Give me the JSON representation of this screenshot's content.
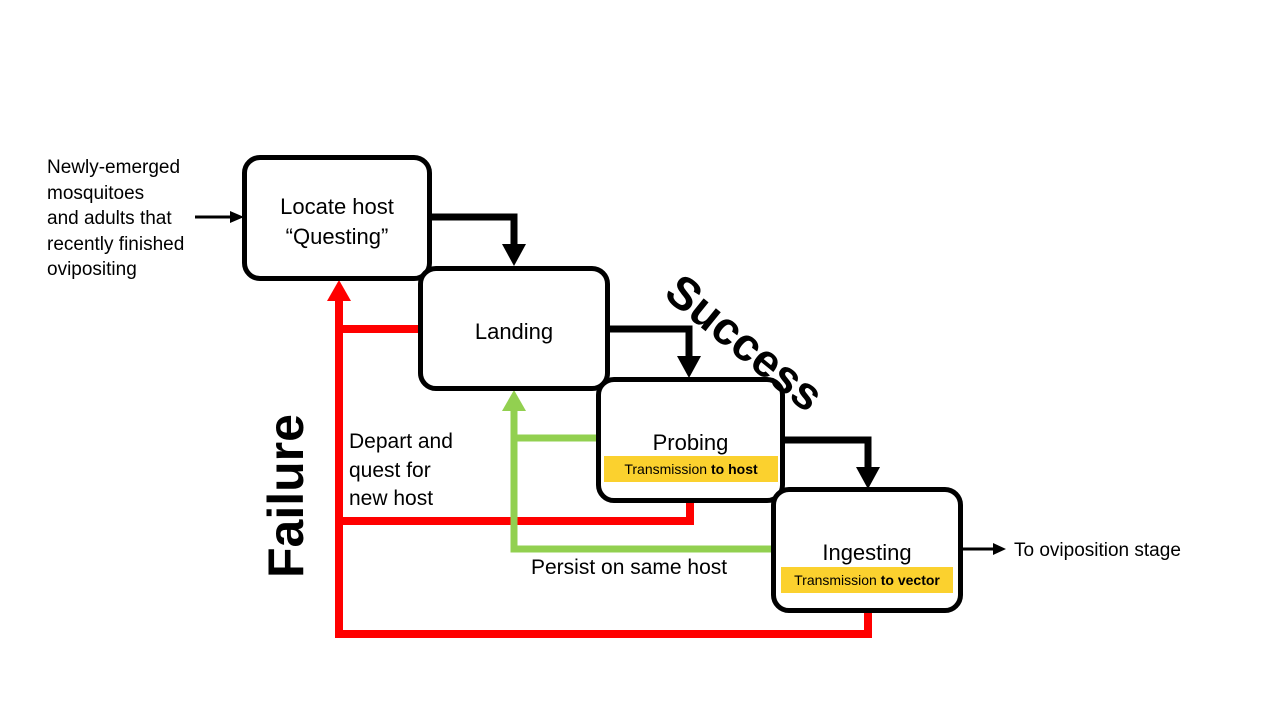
{
  "intro": {
    "lines": [
      "Newly-emerged",
      "mosquitoes",
      "and adults that",
      "recently finished",
      "ovipositing"
    ]
  },
  "nodes": {
    "locate": {
      "line1": "Locate host",
      "line2": "“Questing”"
    },
    "landing": {
      "label": "Landing"
    },
    "probing": {
      "label": "Probing",
      "badge_prefix": "Transmission ",
      "badge_bold": "to host"
    },
    "ingesting": {
      "label": "Ingesting",
      "badge_prefix": "Transmission ",
      "badge_bold": "to vector"
    }
  },
  "labels": {
    "success": "Success",
    "failure": "Failure",
    "depart": [
      "Depart and",
      "quest for",
      "new host"
    ],
    "persist": "Persist on same host",
    "oviposition": "To oviposition stage"
  },
  "colors": {
    "success_arrow": "#000000",
    "failure_arrow": "#ff0000",
    "persist_arrow": "#92d050",
    "badge": "#fbd12e"
  }
}
